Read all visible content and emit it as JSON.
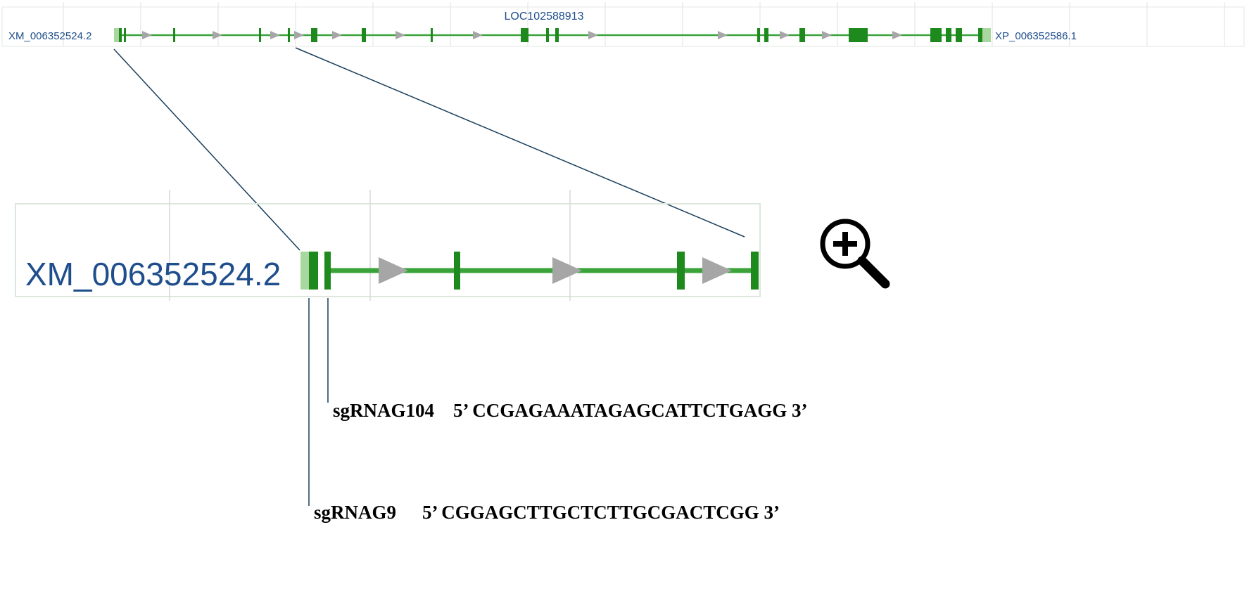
{
  "gene_track": {
    "gene_name": "LOC102588913",
    "transcript_id": "XM_006352524.2",
    "protein_id": "XP_006352586.1"
  },
  "zoom_view": {
    "transcript_id": "XM_006352524.2",
    "zoom_icon": "zoom-in-magnifier-icon"
  },
  "sgrnas": [
    {
      "name": "sgRNAG104",
      "sequence": "5’ CCGAGAAATAGAGCATTCTGAGG 3’"
    },
    {
      "name": "sgRNAG9",
      "sequence": "5’ CGGAGCTTGCTCTTGCGACTCGG 3’"
    }
  ],
  "colors": {
    "exon": "#1e8a1e",
    "intron": "#3aa33a",
    "utr": "#a8d8a0",
    "arrow": "#a6a6a6",
    "label": "#1f4e8c",
    "connector": "#1a3f5c",
    "grid": "#dcdcdc"
  }
}
